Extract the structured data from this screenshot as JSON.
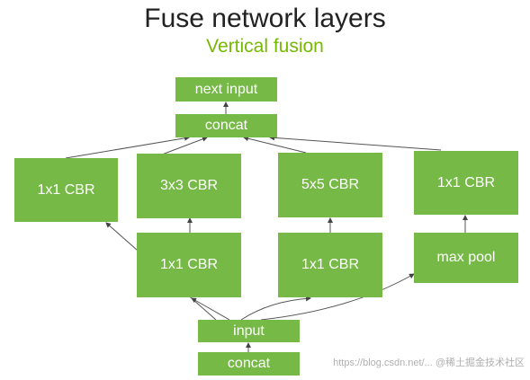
{
  "title": "Fuse network layers",
  "subtitle": "Vertical fusion",
  "nodes": {
    "next_input": "next input",
    "concat_top": "concat",
    "b1_1x1": "1x1 CBR",
    "b2_3x3": "3x3 CBR",
    "b3_5x5": "5x5 CBR",
    "b4_1x1": "1x1 CBR",
    "b2_1x1": "1x1 CBR",
    "b3_1x1": "1x1 CBR",
    "max_pool": "max pool",
    "input": "input",
    "concat_bottom": "concat"
  },
  "watermark": "https://blog.csdn.net/... @稀土掘金技术社区"
}
